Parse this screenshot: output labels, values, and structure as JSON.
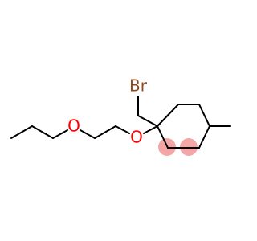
{
  "molecule": {
    "atoms": {
      "bromine": {
        "label": "Br",
        "color": "#8b4a1e"
      },
      "ether_oxygen_left": {
        "label": "O",
        "color": "#ff0000"
      },
      "ether_oxygen_right": {
        "label": "O",
        "color": "#ff0000"
      }
    },
    "highlight_color": "#f4a6a6"
  }
}
